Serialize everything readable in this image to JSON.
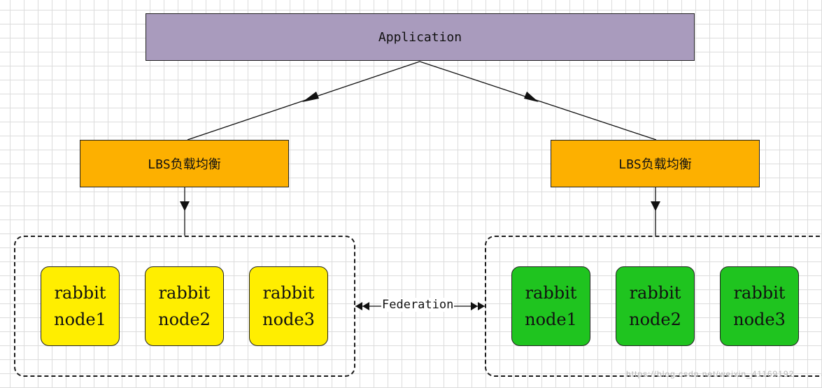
{
  "application": {
    "label": "Application"
  },
  "lbs": [
    {
      "label": "LBS负载均衡"
    },
    {
      "label": "LBS负载均衡"
    }
  ],
  "clusters": [
    {
      "nodes": [
        {
          "line1": "rabbit",
          "line2": "node1"
        },
        {
          "line1": "rabbit",
          "line2": "node2"
        },
        {
          "line1": "rabbit",
          "line2": "node3"
        }
      ]
    },
    {
      "nodes": [
        {
          "line1": "rabbit",
          "line2": "node1"
        },
        {
          "line1": "rabbit",
          "line2": "node2"
        },
        {
          "line1": "rabbit",
          "line2": "node3"
        }
      ]
    }
  ],
  "federation": {
    "label": "Federation"
  },
  "watermark": {
    "text": "https://blog.csdn.net/weixin_41169192"
  },
  "colors": {
    "application_fill": "#a99bbd",
    "lbs_fill": "#fdb000",
    "left_nodes_fill": "#ffee00",
    "right_nodes_fill": "#1fc41f"
  }
}
